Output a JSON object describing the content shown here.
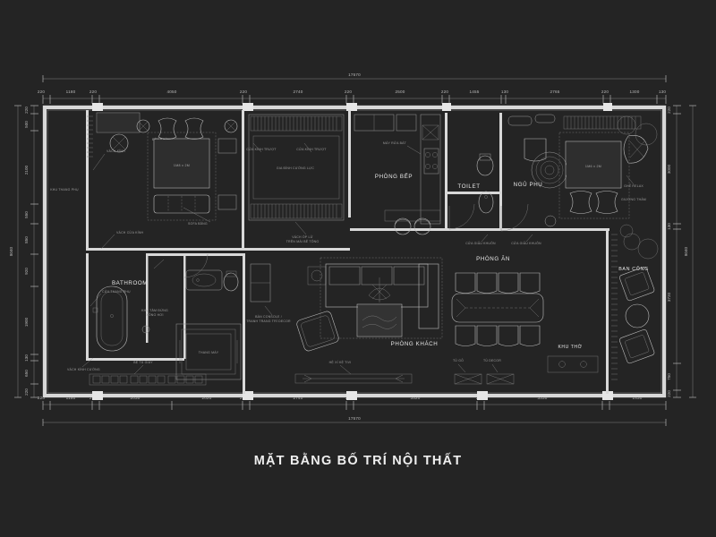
{
  "drawing": {
    "title": "MẶT BẰNG BỐ TRÍ NỘI THẤT",
    "background_color": "#242424",
    "line_color": "#d8d8d8",
    "text_color": "#cfcfcf"
  },
  "dimensions": {
    "overall_width": "17570",
    "overall_height": "8040",
    "top_outer": "17570",
    "bottom_outer": "17570",
    "left_outer": "8040",
    "right_outer": "8040",
    "top_chain": [
      "220",
      "1180",
      "220",
      "4050",
      "220",
      "2740",
      "220",
      "2500",
      "220",
      "1455",
      "130",
      "2765",
      "220",
      "1300",
      "130"
    ],
    "bottom_chain": [
      "220",
      "1180",
      "220",
      "2030",
      "2020",
      "220",
      "2740",
      "220",
      "3520",
      "220",
      "3330",
      "220",
      "1430"
    ],
    "left_chain": [
      "220",
      "500",
      "2100",
      "550",
      "850",
      "920",
      "1900",
      "130",
      "650",
      "220"
    ],
    "right_chain": [
      "220",
      "3000",
      "130",
      "3720",
      "750",
      "220"
    ]
  },
  "rooms": [
    {
      "id": "khu-thang-phu",
      "label": "KHU THANG PHỤ"
    },
    {
      "id": "bathroom",
      "label": "BATHROOM"
    },
    {
      "id": "phong-bep",
      "label": "PHÒNG BẾP"
    },
    {
      "id": "toilet",
      "label": "TOILET"
    },
    {
      "id": "ngu-phu",
      "label": "NGỦ PHỤ"
    },
    {
      "id": "phong-an",
      "label": "PHÒNG ĂN"
    },
    {
      "id": "phong-khach",
      "label": "PHÒNG KHÁCH"
    },
    {
      "id": "ban-cong",
      "label": "BAN CÔNG"
    },
    {
      "id": "khu-tho",
      "label": "KHU THỜ"
    }
  ],
  "annotations": {
    "dan_phan": "ĐÈN PHÒNG",
    "vach_kinh": "VÁCH KÍNH",
    "cua_thang_phu": "CỬA THANG PHỤ",
    "vach_cua_kinh": "VÁCH CỬA KÍNH",
    "sofa_bang": "SOFA BĂNG",
    "cua_kinh_truot_1": "CỬA KÍNH TRƯỢT",
    "cua_kinh_truot_2": "CỬA KÍNH TRƯỢT",
    "gia_dinh_cuong_luc": "GIA ĐÌNH CƯỜNG LỰC",
    "vach_op_lu": "VÁCH ỐP LỬ\nTRÊN MÁI BÊ TÔNG",
    "may_rua_bat": "MÁY RỬA BÁT",
    "cua_giau_khuon_1": "CỬA GIẤU KHUÔN",
    "cua_giau_khuon_2": "CỬA GIẤU KHUÔN",
    "ghe_relax": "GHẾ RELAX",
    "giuong_tham": "GIƯỜNG THẢM",
    "khu_tam_dung": "KHU TẮM ĐỨNG\nXÔNG HƠI",
    "thang_may": "THANG MÁY",
    "vach_kinh_cuong": "VÁCH KÍNH CƯỜNG",
    "ban_console": "BÀN CONSOLE /\nTRANH TRANG TRÍ DECOR",
    "be_tu_giay": "BỆ TỦ GIÀY",
    "he_xi_ke_tivi": "HỆ XÍ KỆ TIVI",
    "tu_go_1": "TỦ GỖ",
    "tu_decor": "TỦ DECOR"
  },
  "bed_labels": {
    "master_bed": "1M8 x 2M",
    "secondary_bed": "1M6 x 2M"
  }
}
